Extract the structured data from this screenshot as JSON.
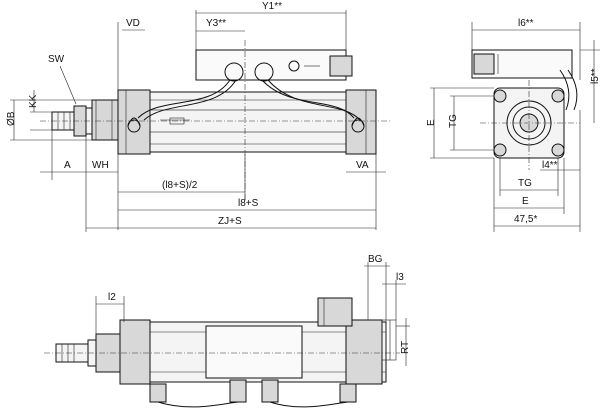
{
  "labels": {
    "y1": "Y1**",
    "vd": "VD",
    "y3": "Y3**",
    "sw": "SW",
    "kk": "KK",
    "ob": "ØB",
    "a": "A",
    "wh": "WH",
    "l8s2": "(l8+S)/2",
    "va": "VA",
    "l8s": "l8+S",
    "zjs": "ZJ+S",
    "l6": "l6**",
    "l5": "l5**",
    "e_side": "E",
    "tg_side": "TG",
    "l4": "l4**",
    "tg_bottom": "TG",
    "e_bottom": "E",
    "d475": "47,5*",
    "bg": "BG",
    "l3": "l3",
    "l2": "l2",
    "rt": "RT"
  }
}
